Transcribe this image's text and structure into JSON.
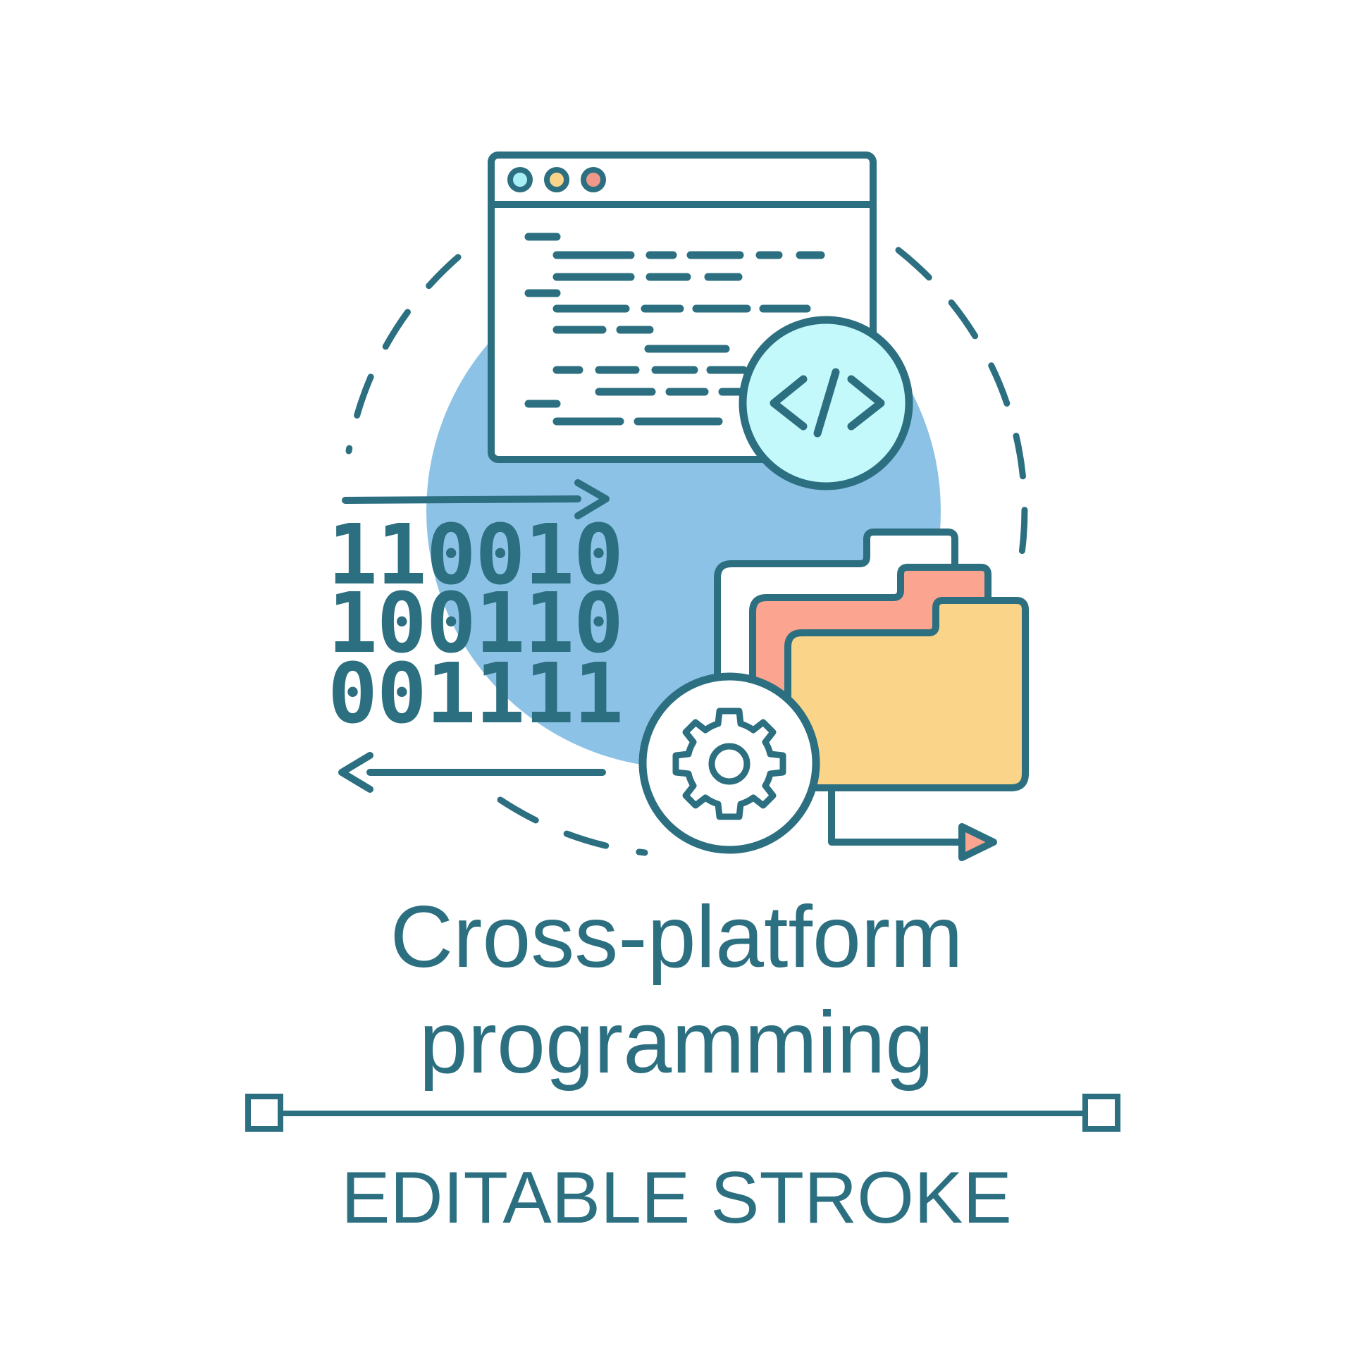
{
  "title": {
    "line1": "Cross-platform",
    "line2": "programming"
  },
  "caption": "EDITABLE STROKE",
  "binary_rows": [
    "110010",
    "100110",
    "001111"
  ],
  "code_badge_symbol": "</>",
  "colors": {
    "stroke": "#2b6f80",
    "circle_bg": "#8cc2e6",
    "code_badge": "#c4f9fb",
    "folder_back": "#ffffff",
    "folder_middle": "#fba590",
    "folder_front": "#f9d489",
    "dot_teal": "#a8eef5",
    "dot_yellow": "#f9d489",
    "dot_red": "#f0988a",
    "arrow_head_fill": "#fba590"
  },
  "icons": [
    "browser-window-icon",
    "code-tag-icon",
    "folders-icon",
    "gear-icon",
    "arrow-right-icon",
    "arrow-left-icon",
    "divider-line-icon"
  ]
}
